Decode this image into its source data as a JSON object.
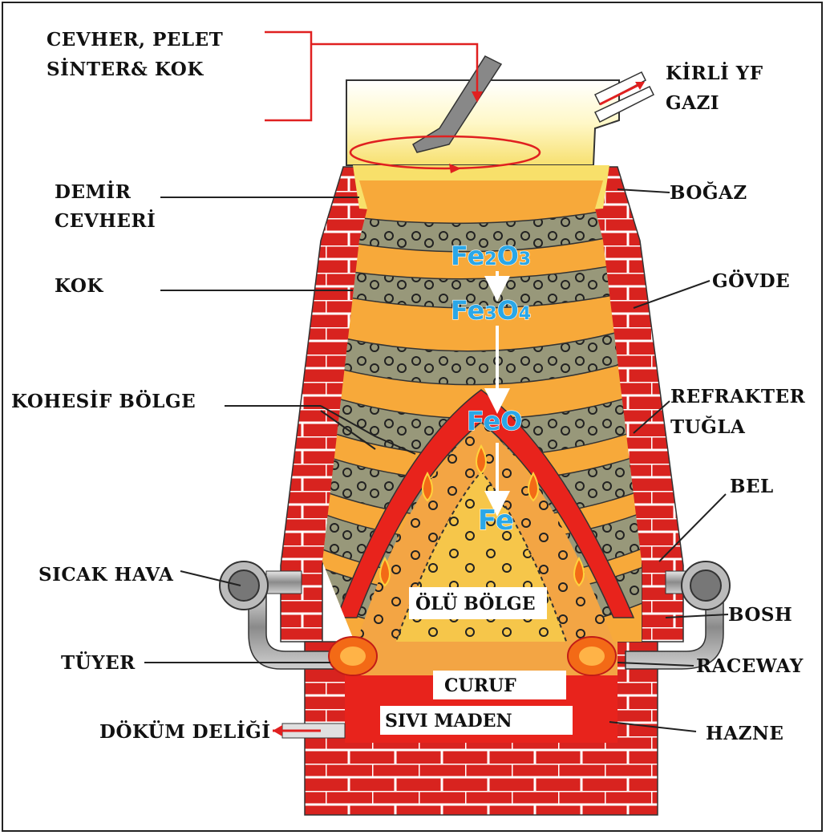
{
  "labels": {
    "charge": [
      "CEVHER, PELET",
      "SİNTER& KOK"
    ],
    "top_gas": [
      "KİRLİ YF",
      "GAZI"
    ],
    "iron_ore": [
      "DEMİR",
      "CEVHERİ"
    ],
    "coke": "KOK",
    "cohesive_zone": "KOHESİF BÖLGE",
    "hot_air": "SICAK HAVA",
    "tuyere": "TÜYER",
    "taphole": "DÖKÜM DELİĞİ",
    "throat": "BOĞAZ",
    "stack": "GÖVDE",
    "refractory": [
      "REFRAKTER",
      "TUĞLA"
    ],
    "belly": "BEL",
    "bosh": "BOSH",
    "raceway": "RACEWAY",
    "hearth": "HAZNE",
    "deadman": "ÖLÜ BÖLGE",
    "slag": "CURUF",
    "hot_metal": "SIVI MADEN"
  },
  "chemistry": {
    "hematite": {
      "base1": "Fe",
      "sub1": "2",
      "base2": "O",
      "sub2": "3"
    },
    "magnetite": {
      "base1": "Fe",
      "sub1": "3",
      "base2": "O",
      "sub2": "4"
    },
    "wustite": "FeO",
    "iron": "Fe"
  },
  "colors": {
    "brick": "#d8231f",
    "mortar": "#ffffff",
    "ore_layer": "#f7a93a",
    "coke_layer": "#98987a",
    "cohesive": "#e8231c",
    "dripping_zone": "#f3a544",
    "hot_metal": "#e8231c",
    "chem_text": "#2aa7e8",
    "leader_line": "#222222",
    "arrow_red": "#e02020"
  }
}
